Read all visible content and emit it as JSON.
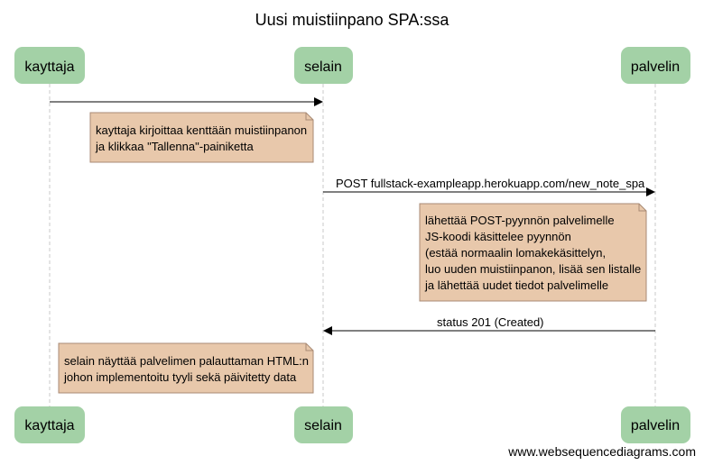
{
  "title": "Uusi muistiinpano SPA:ssa",
  "participants": [
    "kayttaja",
    "selain",
    "palvelin"
  ],
  "messages": [
    {
      "from": "kayttaja",
      "to": "selain",
      "label": ""
    },
    {
      "from": "selain",
      "to": "palvelin",
      "label": "POST fullstack-exampleapp.herokuapp.com/new_note_spa"
    },
    {
      "from": "palvelin",
      "to": "selain",
      "label": "status 201 (Created)"
    }
  ],
  "notes": [
    {
      "over": "kayttaja-selain",
      "lines": [
        "kayttaja kirjoittaa kenttään muistiinpanon",
        "ja klikkaa \"Tallenna\"-painiketta"
      ]
    },
    {
      "over": "selain-palvelin",
      "lines": [
        "lähettää POST-pyynnön palvelimelle",
        "JS-koodi käsittelee pyynnön",
        "(estää normaalin lomakekäsittelyn,",
        "luo uuden muistiinpanon, lisää sen listalle",
        "ja lähettää uudet tiedot palvelimelle"
      ]
    },
    {
      "over": "kayttaja-selain",
      "lines": [
        "selain näyttää palvelimen palauttaman HTML:n",
        "johon implementoitu tyyli sekä päivitetty data"
      ]
    }
  ],
  "watermark": "www.websequencediagrams.com",
  "colors": {
    "actor_fill": "#a3d1a6",
    "note_fill": "#e8c8ab",
    "note_stroke": "#a88a74",
    "lifeline": "#c8c8c8",
    "arrow": "#000000"
  }
}
